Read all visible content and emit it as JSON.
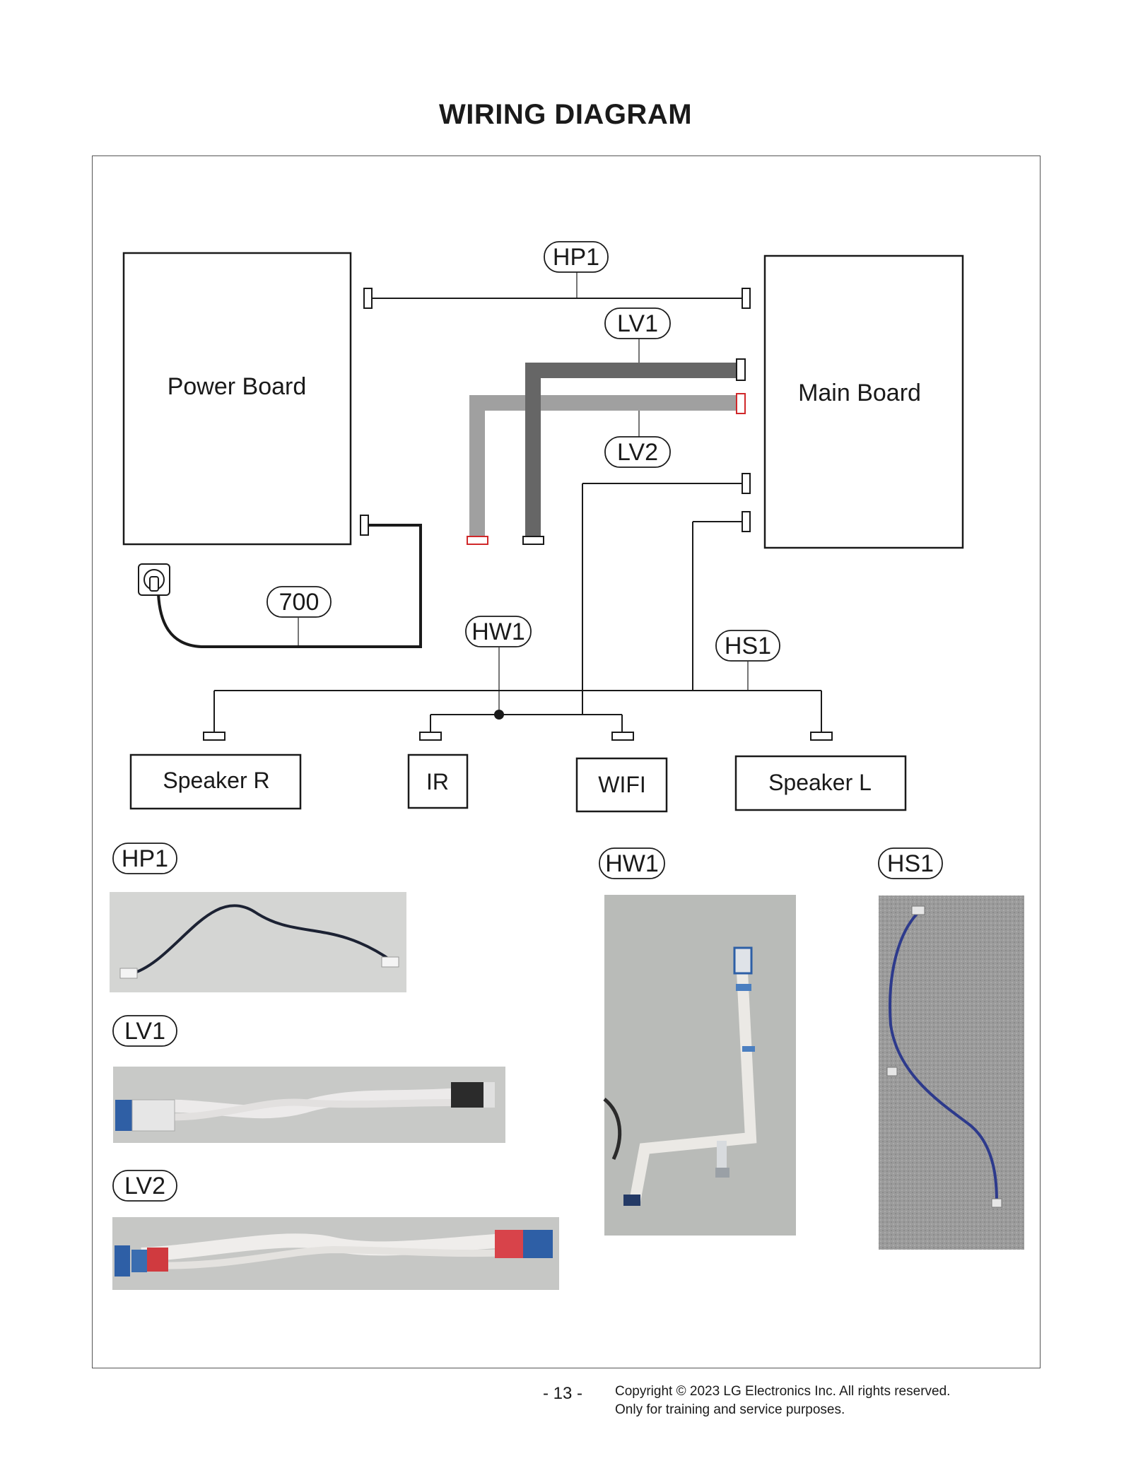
{
  "page": {
    "title": "WIRING DIAGRAM",
    "page_number": "- 13 -",
    "copyright_line1": "Copyright © 2023 LG Electronics Inc. All rights reserved.",
    "copyright_line2": "Only for training and service purposes."
  },
  "diagram": {
    "boards": {
      "power": "Power Board",
      "main": "Main Board"
    },
    "devices": {
      "speaker_r": "Speaker R",
      "ir": "IR",
      "wifi": "WIFI",
      "speaker_l": "Speaker L"
    },
    "cable_labels": {
      "hp1": "HP1",
      "lv1": "LV1",
      "lv2": "LV2",
      "c700": "700",
      "hw1": "HW1",
      "hs1": "HS1"
    },
    "colors": {
      "lv1_cable": "#666666",
      "lv2_cable": "#a0a0a0",
      "marked_connector": "#d0282a"
    }
  },
  "photos": {
    "hp1": "HP1",
    "lv1": "LV1",
    "lv2": "LV2",
    "hw1": "HW1",
    "hs1": "HS1"
  }
}
